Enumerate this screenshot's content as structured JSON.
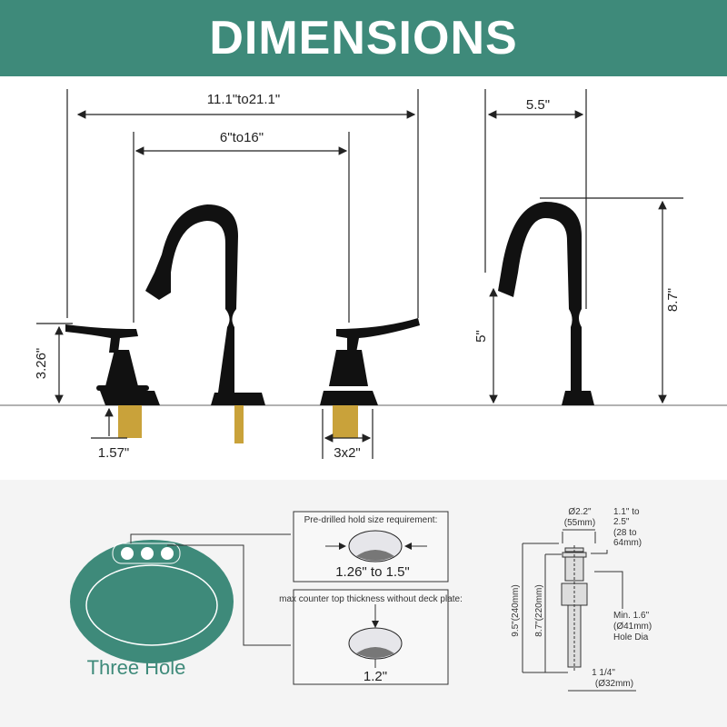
{
  "header": {
    "title": "DIMENSIONS"
  },
  "colors": {
    "brand": "#3e8a7a",
    "faucet": "#111111",
    "brass": "#c9a23a"
  },
  "faucet_dims": {
    "overall_width": "11.1\"to21.1\"",
    "center_spread": "6\"to16\"",
    "spout_reach": "5.5\"",
    "total_height": "8.7\"",
    "spout_height": "5\"",
    "handle_height": "3.26\"",
    "shank_length": "1.57\"",
    "base_size": "3x2\""
  },
  "sink": {
    "label": "Three Hole",
    "hole_requirement": {
      "title": "Pre-drilled hold size requirement:",
      "value": "1.26\" to 1.5\""
    },
    "counter_thickness": {
      "title": "max counter top thickness without deck plate:",
      "value": "1.2\""
    }
  },
  "drain": {
    "top_dia": [
      "Ø2.2\"",
      "(55mm)"
    ],
    "range": [
      "1.1\" to",
      "2.5\"",
      "(28 to",
      "64mm)"
    ],
    "total_len": "9.5\"(240mm)",
    "body_len": "8.7\"(220mm)",
    "hole_dia": [
      "Min. 1.6\"",
      "(Ø41mm)",
      "Hole Dia"
    ],
    "pipe_dia": [
      "1 1/4\"",
      "(Ø32mm)"
    ]
  }
}
